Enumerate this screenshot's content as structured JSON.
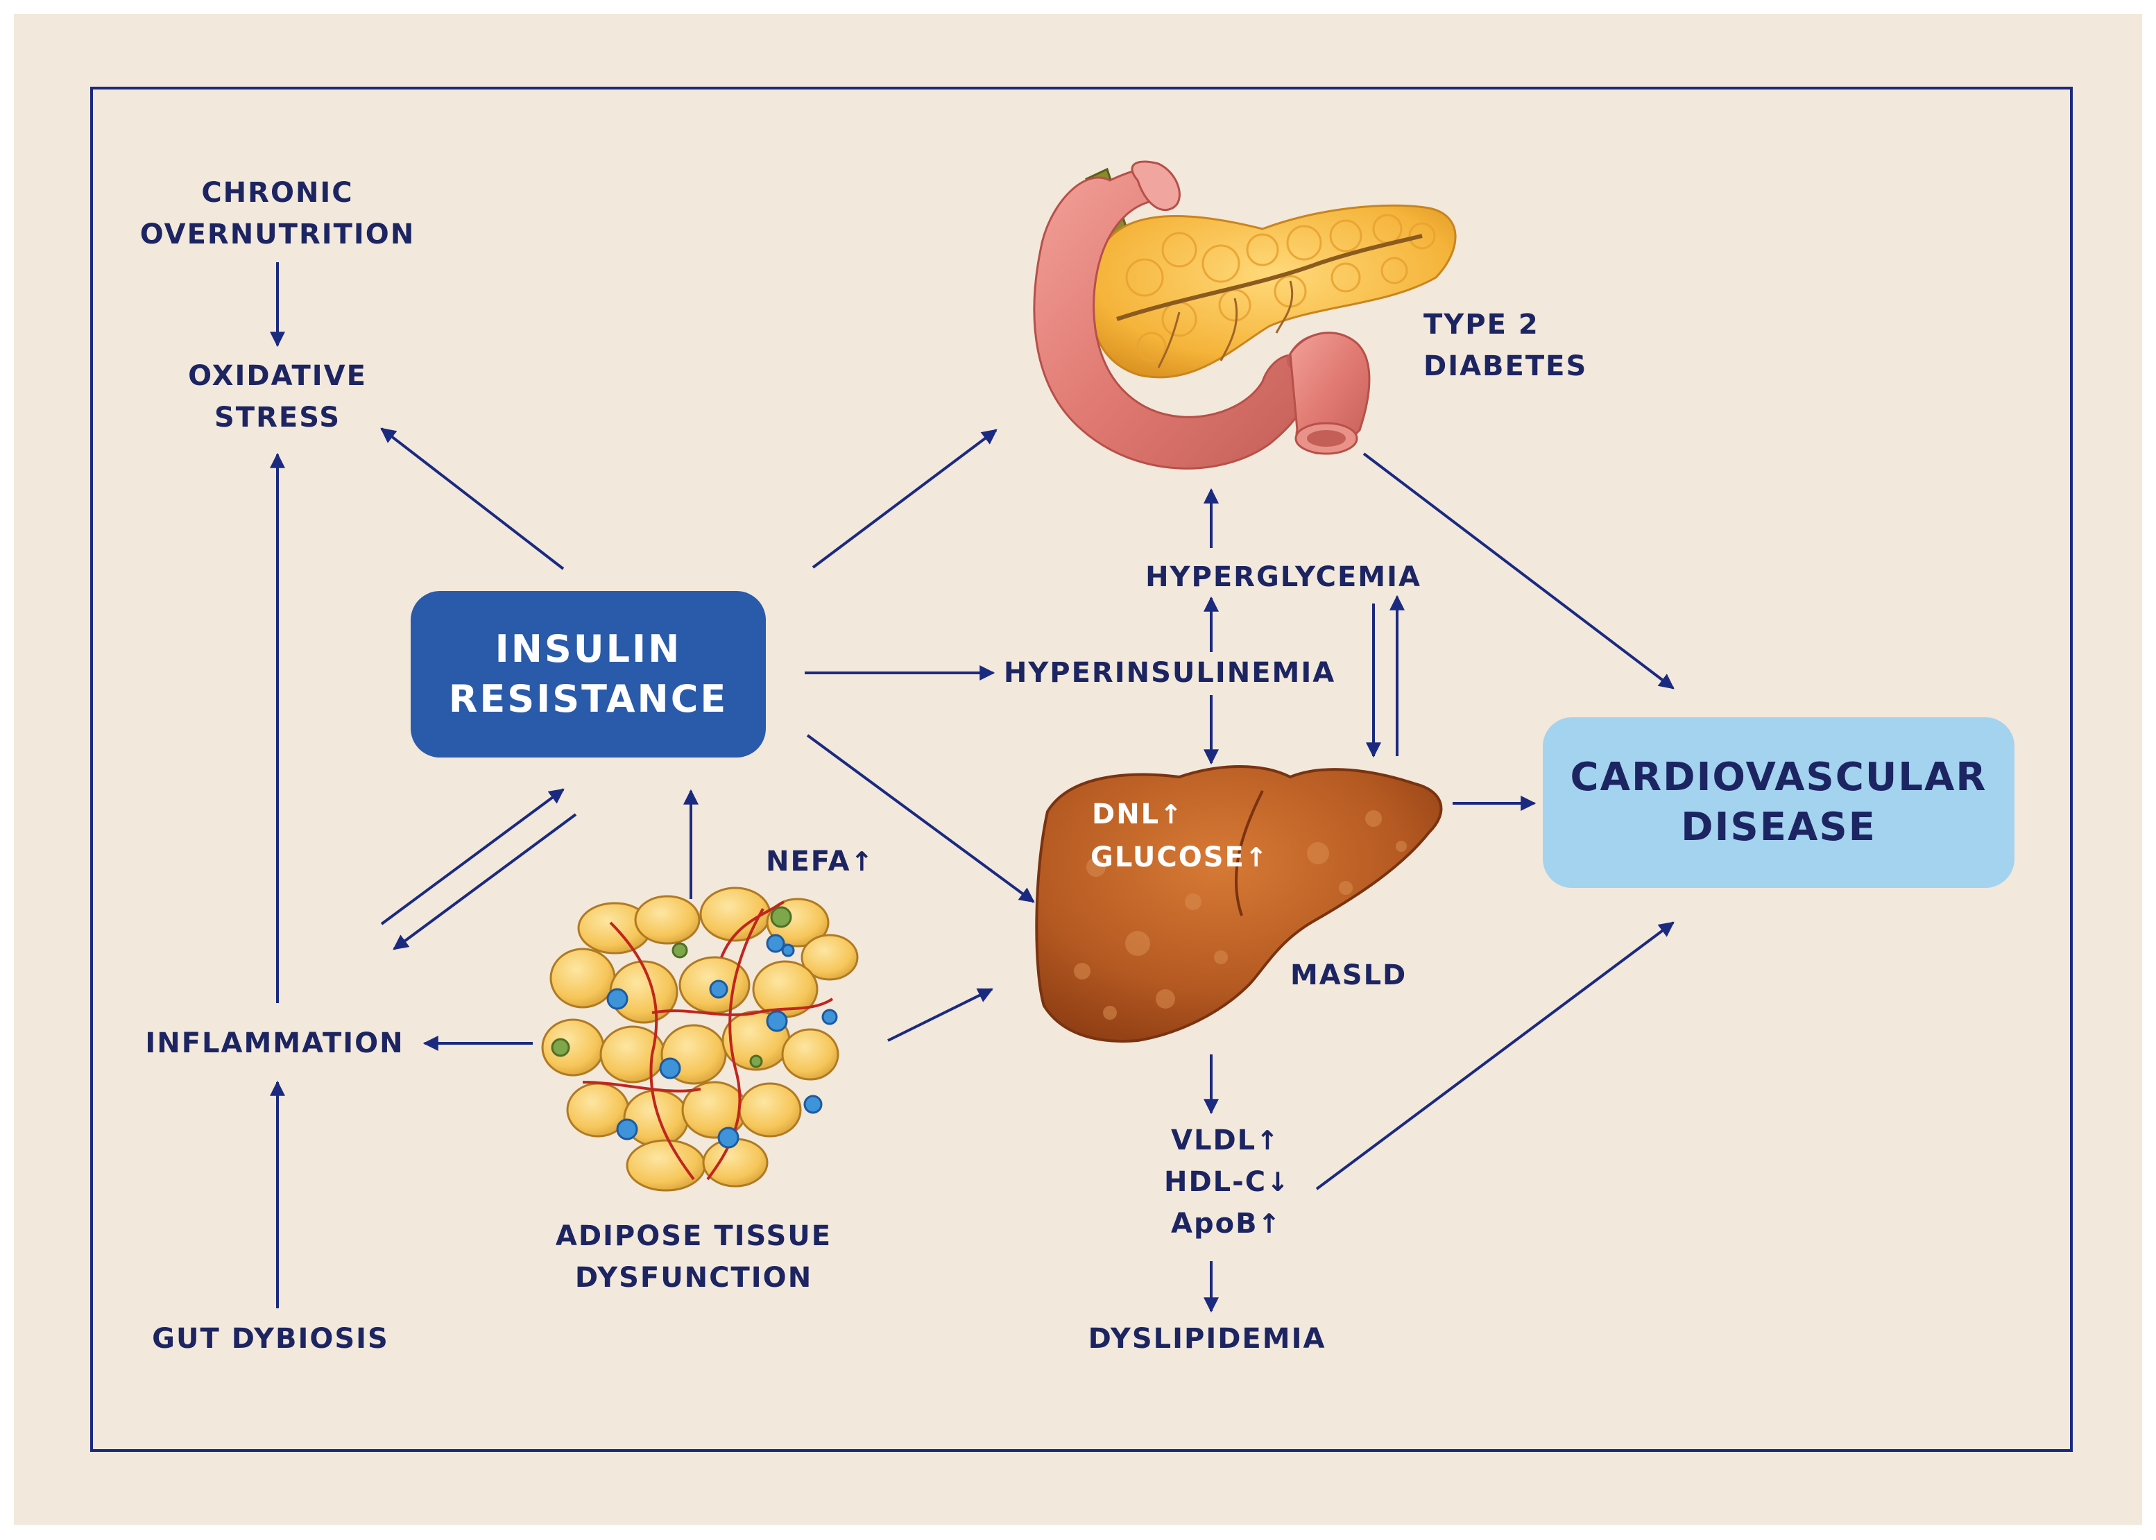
{
  "colors": {
    "background": "#f3e8dc",
    "frame": "#1a2a80",
    "arrow": "#1a2a80",
    "text": "#1c2562",
    "insulin_box": "#2a5aaa",
    "cvd_box": "#a4d3ef"
  },
  "nodes": {
    "chronic_overnutrition": [
      "CHRONIC",
      "OVERNUTRITION"
    ],
    "oxidative_stress": [
      "OXIDATIVE",
      "STRESS"
    ],
    "insulin_resistance": [
      "INSULIN",
      "RESISTANCE"
    ],
    "inflammation": "INFLAMMATION",
    "gut_dysbiosis": "GUT DYBIOSIS",
    "adipose_tissue": [
      "ADIPOSE TISSUE",
      "DYSFUNCTION"
    ],
    "nefa": "NEFA",
    "type2_diabetes": [
      "TYPE 2",
      "DIABETES"
    ],
    "hyperglycemia": "HYPERGLYCEMIA",
    "hyperinsulinemia": "HYPERINSULINEMIA",
    "masld": "MASLD",
    "liver_dnl": "DNL",
    "liver_glucose": "GLUCOSE",
    "vldl": "VLDL",
    "hdl_c": "HDL-C",
    "apob": "ApoB",
    "dyslipidemia": "DYSLIPIDEMIA",
    "cardiovascular_disease": [
      "CARDIOVASCULAR",
      "DISEASE"
    ]
  },
  "arrows": {
    "up": "↑",
    "down": "↓"
  },
  "icons": {
    "pancreas": "pancreas-illustration",
    "liver": "liver-illustration",
    "adipose": "adipose-cells-illustration"
  }
}
